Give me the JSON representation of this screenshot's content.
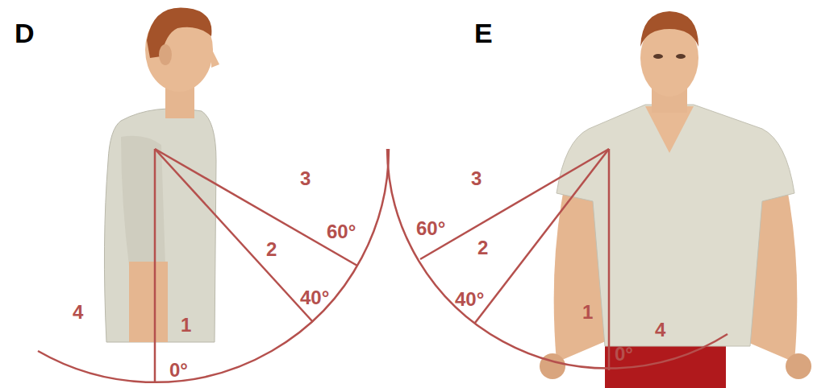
{
  "diagram": {
    "labels": [
      "D",
      "E",
      "3",
      "60°",
      "2",
      "40°",
      "4",
      "1",
      "0°",
      "3",
      "60°",
      "2",
      "40°",
      "1",
      "4",
      "0°"
    ]
  }
}
